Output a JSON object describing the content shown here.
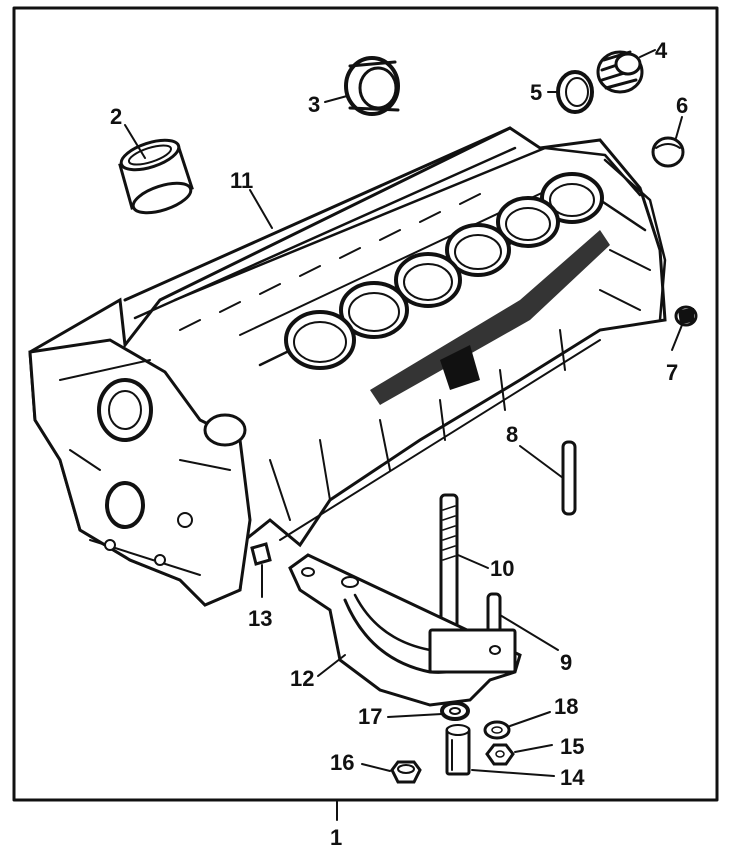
{
  "diagram": {
    "callouts": {
      "c1": "1",
      "c2": "2",
      "c3": "3",
      "c4": "4",
      "c5": "5",
      "c6": "6",
      "c7": "7",
      "c8": "8",
      "c9": "9",
      "c10": "10",
      "c11": "11",
      "c12": "12",
      "c13": "13",
      "c14": "14",
      "c15": "15",
      "c16": "16",
      "c17": "17",
      "c18": "18"
    }
  },
  "colors": {
    "ink": "#111111",
    "paper": "#ffffff"
  }
}
